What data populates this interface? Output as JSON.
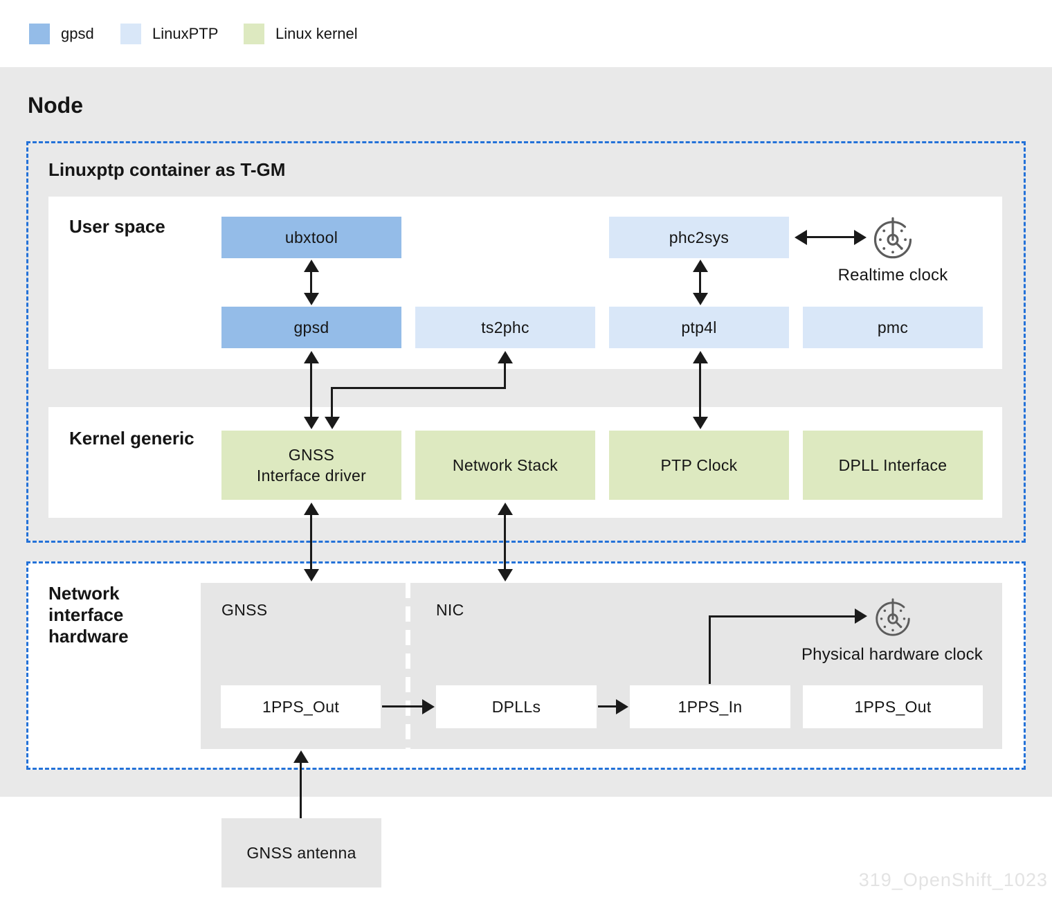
{
  "colors": {
    "gpsd": "#94BCE8",
    "linuxptp": "#D9E7F8",
    "linux_kernel": "#DDE9C0",
    "dashed_border": "#2472D8"
  },
  "legend": {
    "gpsd": "gpsd",
    "linuxptp": "LinuxPTP",
    "linux_kernel": "Linux kernel"
  },
  "node": {
    "title": "Node"
  },
  "tgm": {
    "title": "Linuxptp container as T-GM",
    "user_space": {
      "label": "User space",
      "ubxtool": "ubxtool",
      "phc2sys": "phc2sys",
      "gpsd": "gpsd",
      "ts2phc": "ts2phc",
      "ptp4l": "ptp4l",
      "pmc": "pmc",
      "realtime_clock": "Realtime clock"
    },
    "kernel": {
      "label": "Kernel generic",
      "gnss_driver_line1": "GNSS",
      "gnss_driver_line2": "Interface driver",
      "network_stack": "Network Stack",
      "ptp_clock": "PTP Clock",
      "dpll_interface": "DPLL Interface"
    }
  },
  "hardware": {
    "label_line1": "Network",
    "label_line2": "interface",
    "label_line3": "hardware",
    "gnss": {
      "label": "GNSS",
      "pps_out": "1PPS_Out"
    },
    "nic": {
      "label": "NIC",
      "dplls": "DPLLs",
      "pps_in": "1PPS_In",
      "pps_out": "1PPS_Out",
      "clock": "Physical hardware clock"
    }
  },
  "antenna": {
    "label": "GNSS antenna"
  },
  "watermark": "319_OpenShift_1023"
}
